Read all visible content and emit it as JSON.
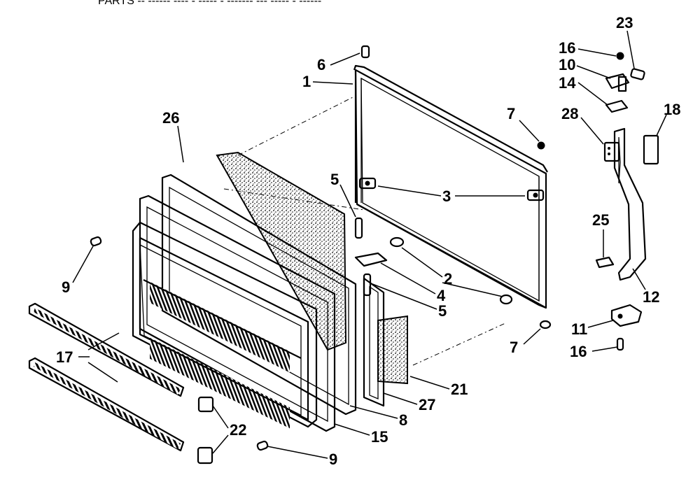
{
  "header_fragment": "PARTS  --  ------  ----  -  -----  -  -------  ---  -----  -  ------",
  "callouts": {
    "c1": "1",
    "c2": "2",
    "c3": "3",
    "c4": "4",
    "c5a": "5",
    "c5b": "5",
    "c6": "6",
    "c7a": "7",
    "c7b": "7",
    "c8": "8",
    "c9a": "9",
    "c9b": "9",
    "c10": "10",
    "c11": "11",
    "c12": "12",
    "c14": "14",
    "c15": "15",
    "c16a": "16",
    "c16b": "16",
    "c17": "17",
    "c18": "18",
    "c21": "21",
    "c22": "22",
    "c23": "23",
    "c25": "25",
    "c26": "26",
    "c27": "27",
    "c28": "28"
  }
}
